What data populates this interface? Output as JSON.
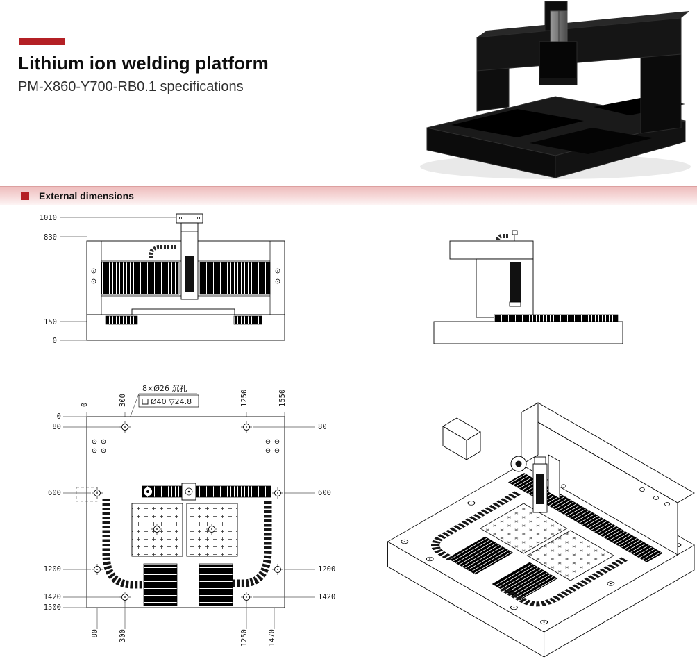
{
  "header": {
    "title": "Lithium ion welding platform",
    "subtitle": "PM-X860-Y700-RB0.1 specifications",
    "accent_color": "#b42025"
  },
  "section": {
    "label": "External dimensions",
    "bullet_color": "#b42025"
  },
  "views": {
    "front": {
      "dims_left": [
        "1010",
        "830",
        "150",
        "0"
      ]
    },
    "top": {
      "dims_top": [
        "0",
        "300",
        "1250",
        "1550"
      ],
      "dims_left": [
        "0",
        "80",
        "600",
        "1200",
        "1420",
        "1500"
      ],
      "dims_right": [
        "80",
        "600",
        "1200",
        "1420"
      ],
      "dims_bottom": [
        "80",
        "300",
        "1250",
        "1470"
      ],
      "hole_note_line1": "8×Ø26 沉孔",
      "hole_note_line2": "Ø40 ▽24.8"
    }
  }
}
